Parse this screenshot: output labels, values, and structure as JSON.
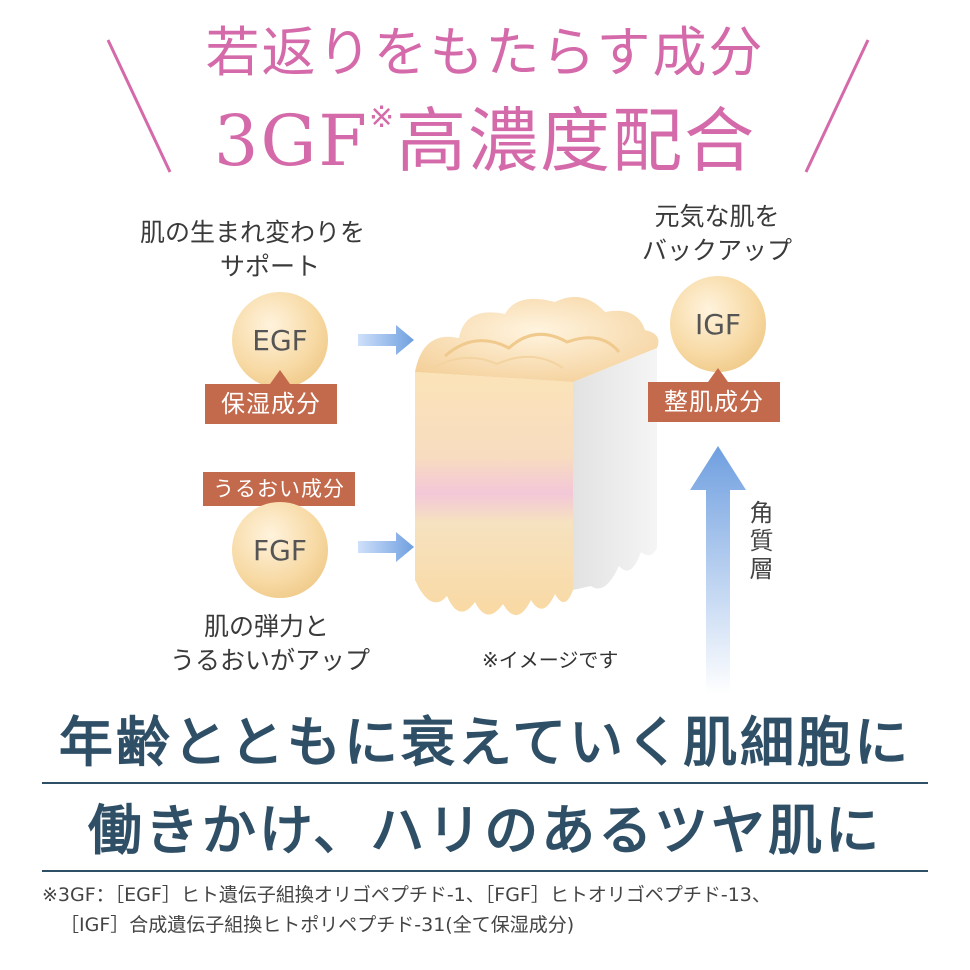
{
  "header": {
    "line1": "若返りをもたらす成分",
    "line2_prefix": "3GF",
    "line2_mark": "※",
    "line2_suffix": "高濃度配合"
  },
  "egf": {
    "caption_line1": "肌の生まれ変わりを",
    "caption_line2": "サポート",
    "label": "EGF",
    "tag": "保湿成分"
  },
  "fgf": {
    "tag": "うるおい成分",
    "label": "FGF",
    "caption_line1": "肌の弾力と",
    "caption_line2": "うるおいがアップ"
  },
  "igf": {
    "caption_line1": "元気な肌を",
    "caption_line2": "バックアップ",
    "label": "IGF",
    "tag": "整肌成分"
  },
  "diagram": {
    "image_note": "※イメージです",
    "layer_label": "角質層"
  },
  "headline": {
    "line1": "年齢とともに衰えていく肌細胞に",
    "line2": "働きかけ、ハリのあるツヤ肌に"
  },
  "footnote": {
    "line1": "※3GF：［EGF］ヒト遺伝子組換オリゴペプチド-1、［FGF］ヒトオリゴペプチド-13、",
    "line2": "［IGF］合成遺伝子組換ヒトポリペプチド-31(全て保湿成分)"
  },
  "colors": {
    "title_pink": "#d56aaa",
    "tag_brown": "#c46a4c",
    "headline_navy": "#2f4f66",
    "arrow_blue": "#6f9fe0"
  }
}
